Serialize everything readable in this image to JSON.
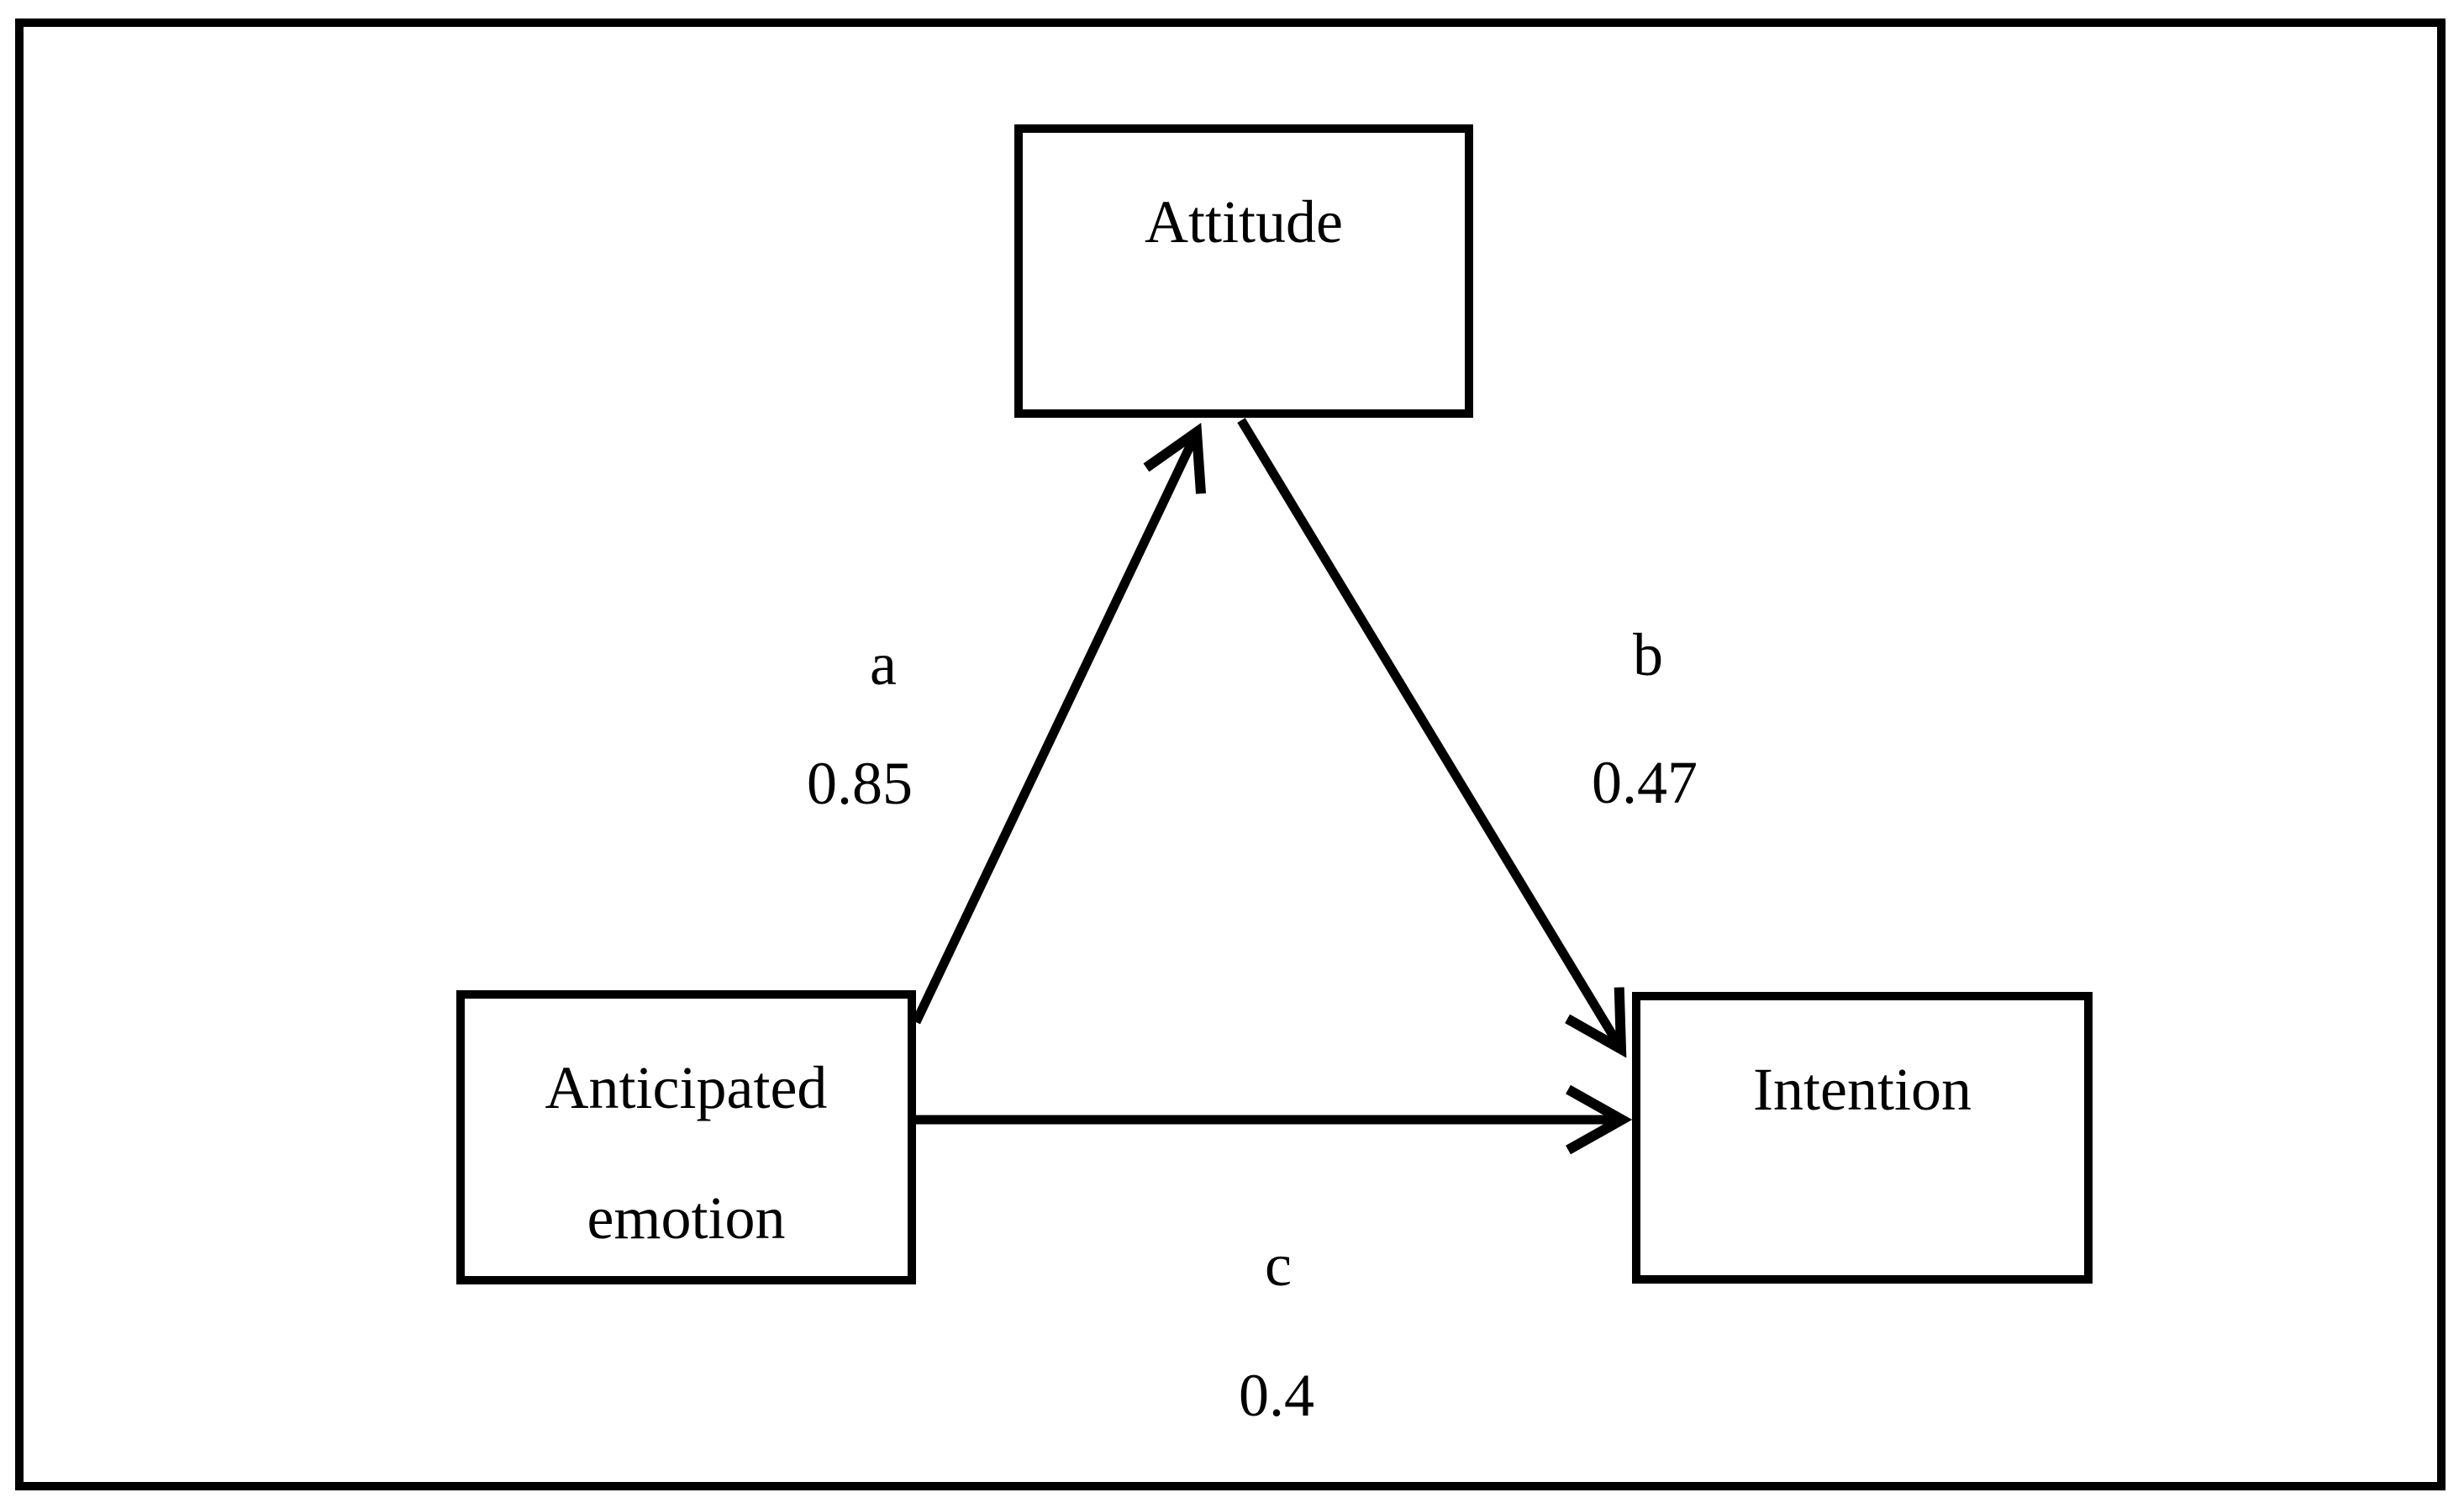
{
  "figure": {
    "kind": "mediation-path-diagram",
    "colors": {
      "ink": "#000000",
      "background": "#ffffff"
    }
  },
  "nodes": {
    "attitude": {
      "label": "Attitude"
    },
    "anticipated_emotion": {
      "line1": "Anticipated",
      "line2": "emotion"
    },
    "intention": {
      "label": "Intention"
    }
  },
  "paths": {
    "a": {
      "label": "a",
      "value": "0.85"
    },
    "b": {
      "label": "b",
      "value": "0.47"
    },
    "c": {
      "label": "c",
      "value": "0.4"
    }
  }
}
